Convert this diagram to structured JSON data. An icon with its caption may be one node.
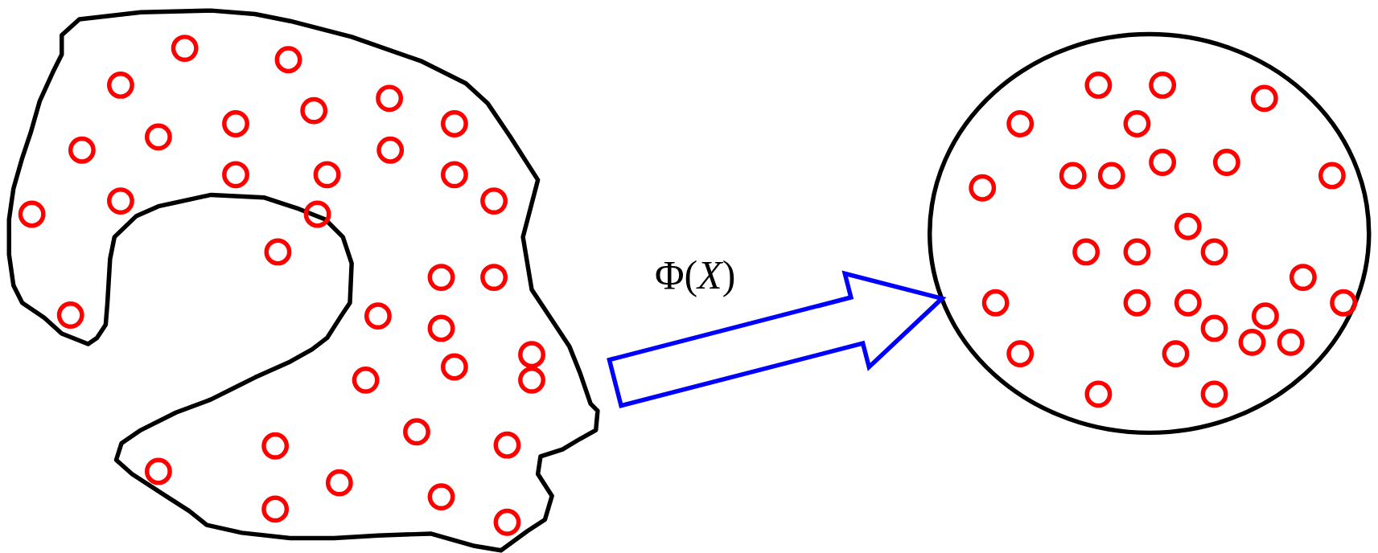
{
  "diagram": {
    "nodes": [
      {
        "text": [],
        "shape": "blob"
      },
      {
        "text": [],
        "shape": "ellipse"
      }
    ],
    "edges": [
      {
        "from": 0,
        "to": 1,
        "arrow": "to",
        "label": "Φ(*X*)"
      }
    ]
  }
}
